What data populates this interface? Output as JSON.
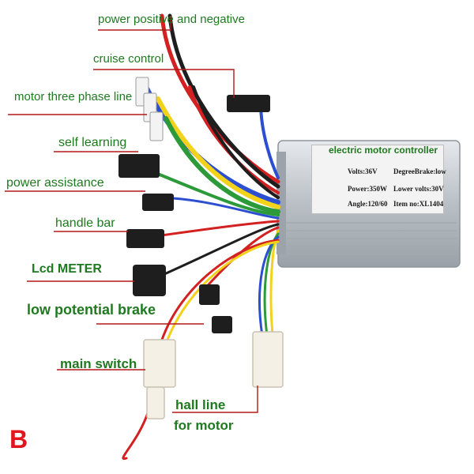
{
  "labels": {
    "power": "power positive and negative",
    "cruise": "cruise control",
    "motor_phase": "motor three phase line",
    "self_learning": "self learning",
    "power_assist": "power assistance",
    "handle_bar": "handle bar",
    "lcd": "Lcd METER",
    "low_brake": "low potential brake",
    "main_switch": "main switch",
    "hall_line_1": "hall line",
    "hall_line_2": "for motor"
  },
  "controller": {
    "title": "electric motor controller",
    "volts": "Volts:36V",
    "degree_brake": "DegreeBrake:low",
    "power": "Power:350W",
    "lower_volts": "Lower volts:30V",
    "angle": "Angle:120/60",
    "item_no": "Item no:XL1404"
  },
  "badge": "B",
  "colors": {
    "label_text": "#1f7a1f",
    "leader_line": "#b31818",
    "badge": "#e0161c",
    "wire_red": "#d32020",
    "wire_yellow": "#f2d21b",
    "wire_green": "#2d9a3a",
    "wire_blue": "#2b4fd0",
    "wire_black": "#1e1e1e",
    "wire_white": "#f0f0f0",
    "controller_body": "#c9ced3"
  }
}
